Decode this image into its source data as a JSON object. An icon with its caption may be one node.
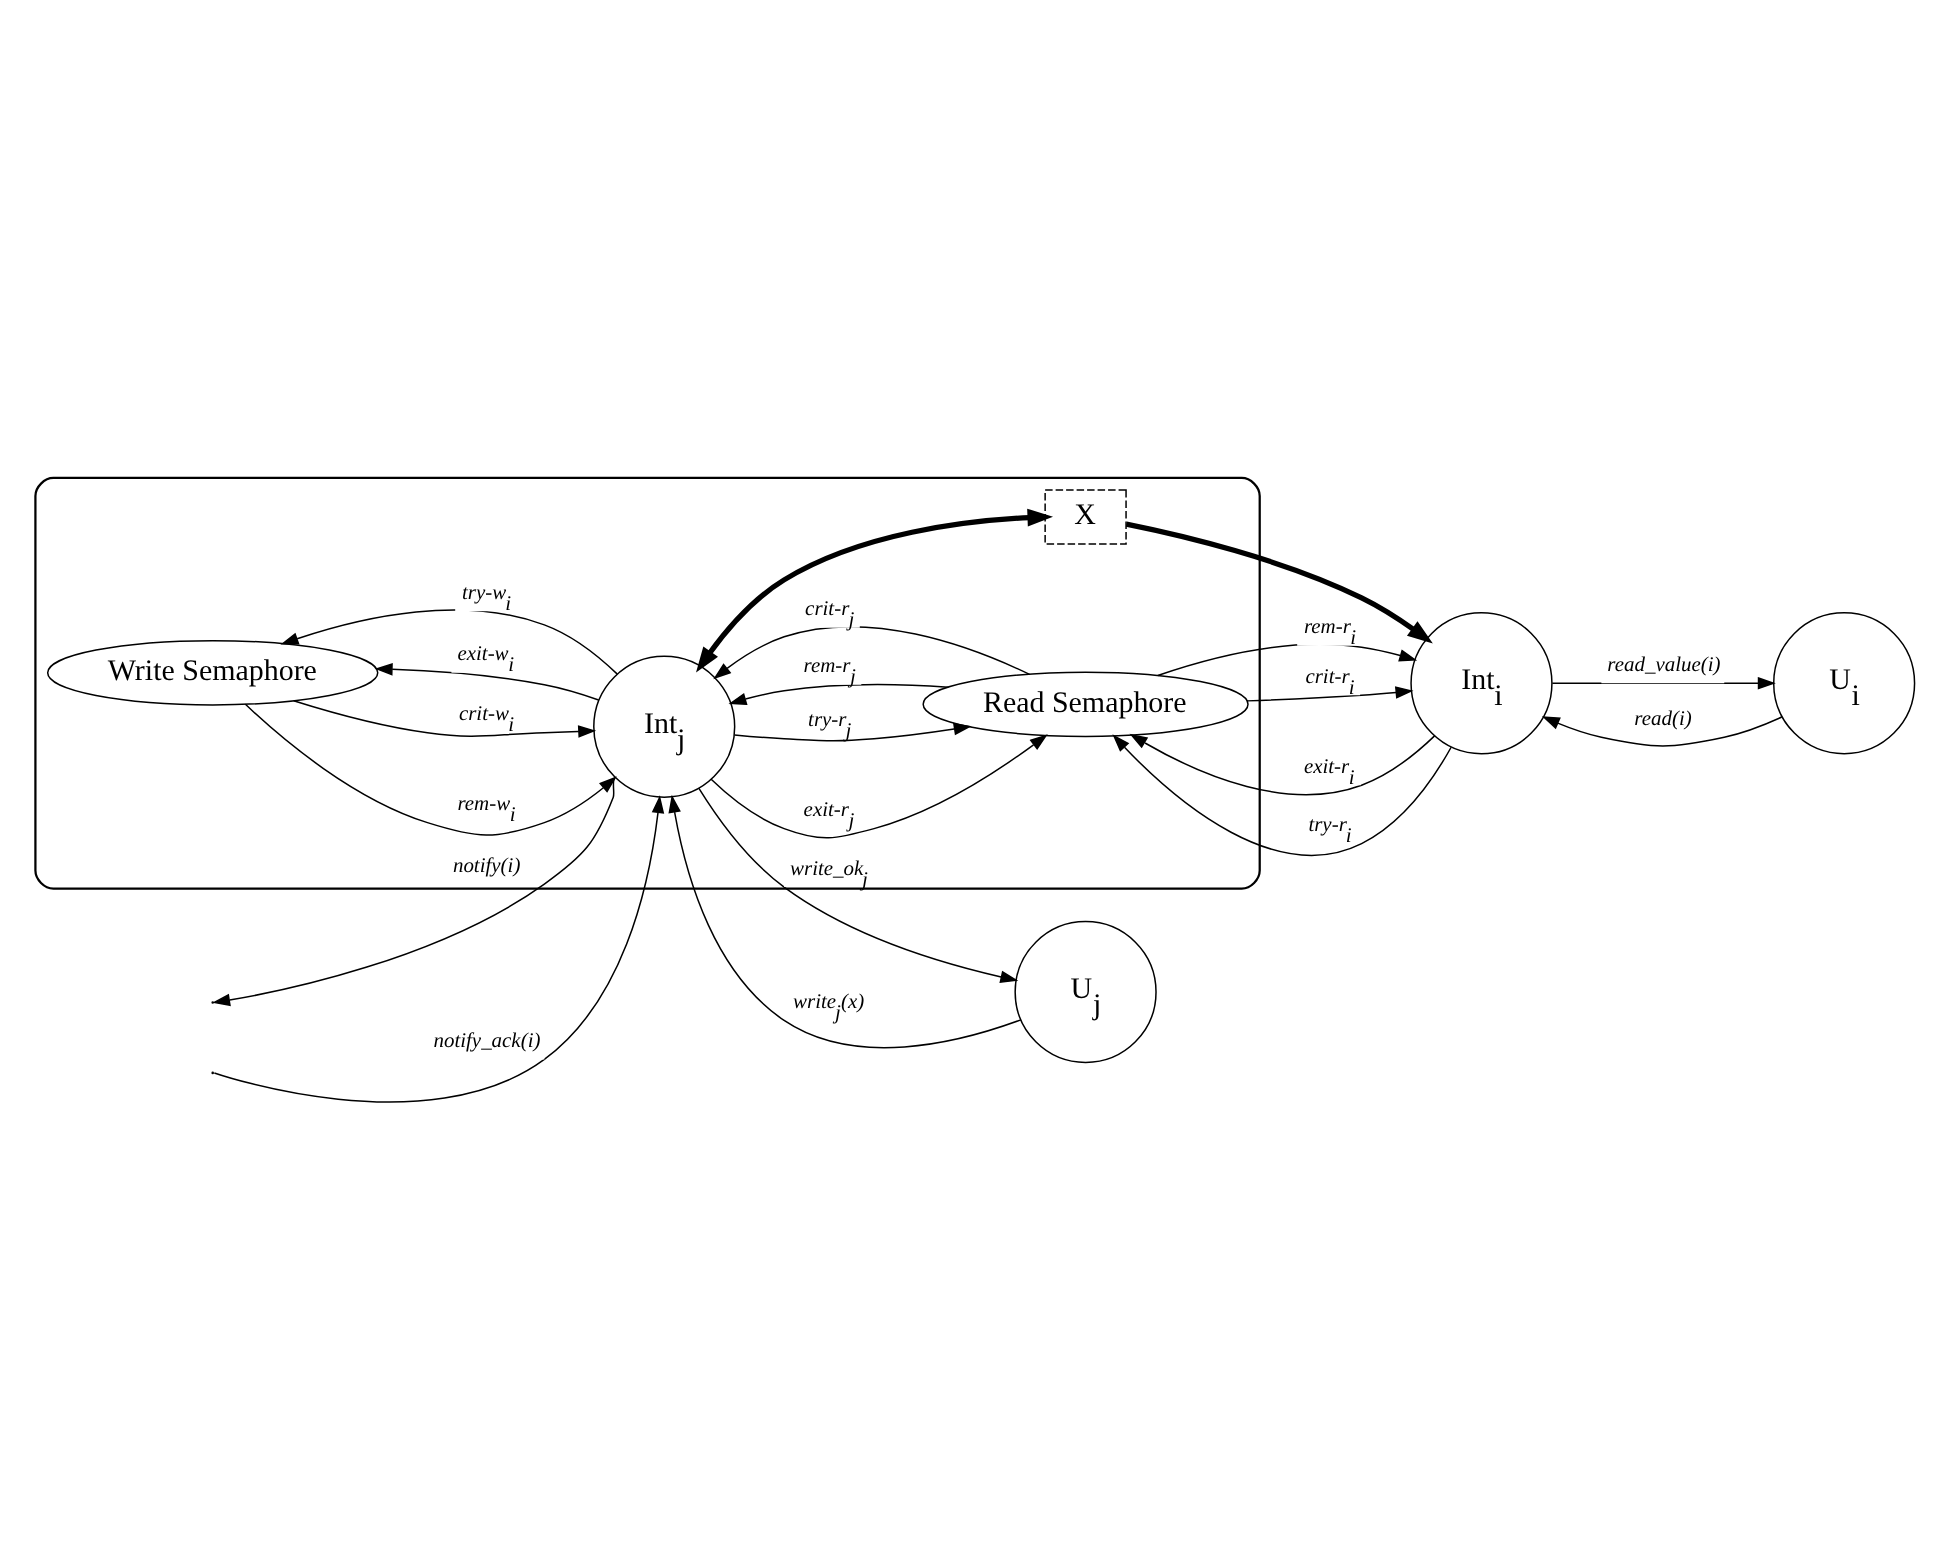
{
  "diagram": {
    "nodes": [
      {
        "text": [],
        "shape": "ellipse"
      },
      {
        "text": [
          "U$_{i}$"
        ]
      },
      {
        "text": [
          "Write Semaphore"
        ],
        "in": 0
      },
      {
        "text": [
          "Int$_{i}$"
        ]
      },
      {
        "text": [
          "X"
        ],
        "in": 0
      },
      {
        "text": [
          "Int$_{j}$"
        ],
        "in": 0
      },
      {
        "text": [
          "Read Semaphore"
        ],
        "in": 0
      },
      {
        "text": [
          "U$_{j}$"
        ]
      }
    ],
    "edges": [
      {
        "from": null,
        "to": 5,
        "arrow": "to",
        "label": "notify_ack(i)"
      },
      {
        "from": 5,
        "to": null,
        "arrow": "to",
        "label": "notify(i)"
      },
      {
        "from": 2,
        "to": 5,
        "arrow": "to",
        "label": "rem-w$_{i}$"
      },
      {
        "from": 5,
        "to": 2,
        "arrow": "to",
        "label": "exit-w$_{i}$"
      },
      {
        "from": 5,
        "to": 2,
        "arrow": "to",
        "label": "try-w$_{i}$"
      },
      {
        "from": 2,
        "to": 5,
        "arrow": "to",
        "label": "crit-w$_{i}$"
      },
      {
        "from": 5,
        "to": 4,
        "arrow": "both",
        "style": "thick"
      },
      {
        "from": 4,
        "to": 3,
        "arrow": "to",
        "style": "thick"
      },
      {
        "from": 1,
        "to": 3,
        "arrow": "to",
        "label": "read(i)"
      },
      {
        "from": 3,
        "to": 1,
        "arrow": "to",
        "label": "read_value(i)"
      },
      {
        "from": 6,
        "to": 3,
        "arrow": "to",
        "label": "rem-r$_{i}$"
      },
      {
        "from": 3,
        "to": 6,
        "arrow": "to",
        "label": "exit-r$_{i}$"
      },
      {
        "from": 3,
        "to": 6,
        "arrow": "to",
        "label": "try-r$_{i}$"
      },
      {
        "from": 6,
        "to": 3,
        "arrow": "to",
        "label": "crit-r$_{i}$"
      },
      {
        "from": 5,
        "to": 6,
        "arrow": "to",
        "label": "exit-r$_{j}$"
      },
      {
        "from": 6,
        "to": 5,
        "arrow": "to",
        "label": "rem-r$_{j}$"
      },
      {
        "from": 6,
        "to": 5,
        "arrow": "to",
        "label": "crit-r$_{j}$"
      },
      {
        "from": 5,
        "to": 6,
        "arrow": "to",
        "label": "try-r$_{j}$"
      },
      {
        "from": 7,
        "to": 5,
        "arrow": "to",
        "label": "write$_{j}$(x)"
      },
      {
        "from": 5,
        "to": 7,
        "arrow": "to",
        "label": "write_ok$_{j}$"
      }
    ]
  }
}
